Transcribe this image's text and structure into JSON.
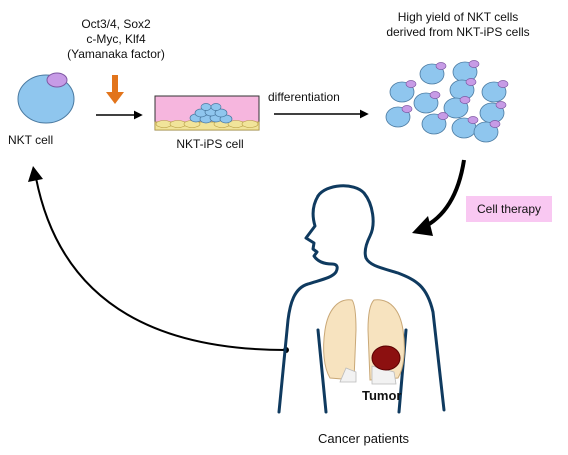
{
  "labels": {
    "factor_line1": "Oct3/4, Sox2",
    "factor_line2": "c-Myc, Klf4",
    "factor_line3": "(Yamanaka factor)",
    "nkt_cell": "NKT cell",
    "nkt_ips_cell": "NKT-iPS cell",
    "differentiation": "differentiation",
    "yield_line1": "High yield of NKT cells",
    "yield_line2": "derived from NKT-iPS cells",
    "cell_therapy": "Cell therapy",
    "tumor": "Tumor",
    "cancer_patients": "Cancer patients"
  },
  "colors": {
    "cell_fill": "#8fc6ee",
    "cell_nucleus": "#c79be6",
    "dish_fill": "#f6b6de",
    "dish_base": "#f1e49a",
    "arrow_orange": "#e2741b",
    "body_outline": "#0f3a5f",
    "lung_fill": "#f7e3bf",
    "tumor_fill": "#8c1010",
    "therapy_bg": "#f9c8f2"
  }
}
